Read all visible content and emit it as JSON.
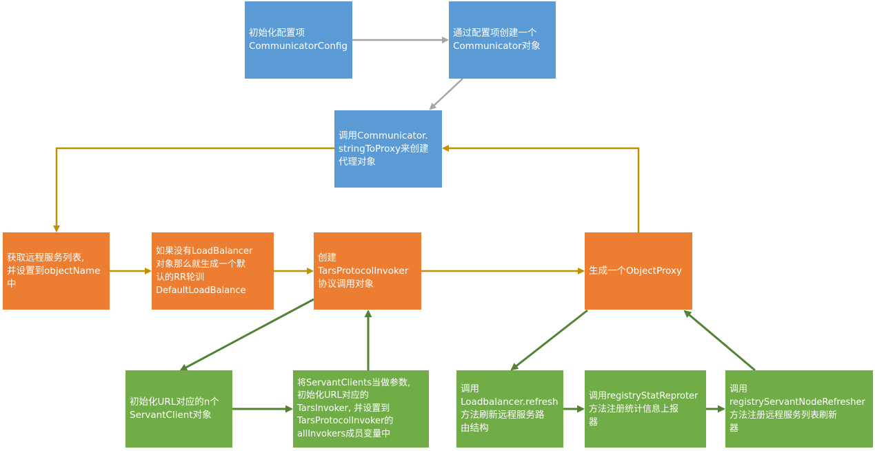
{
  "colors": {
    "blue": "#5b9bd5",
    "orange": "#ed7d31",
    "green": "#70ad47",
    "arrow_gray": "#a5a5a5",
    "arrow_gold": "#bf9000",
    "arrow_green": "#548235"
  },
  "nodes": {
    "init_config": "初始化配置项\nCommunicatorConfig",
    "create_communicator": "通过配置项创建一个\nCommunicator对象",
    "string_to_proxy": "调用Communicator.\nstringToProxy来创建\n代理对象",
    "get_service_list": "获取远程服务列表,\n并设置到objectName\n中",
    "load_balancer": "如果没有LoadBalancer\n对象那么就生成一个默\n认的RR轮训\nDefaultLoadBalance",
    "create_invoker": "创建\nTarsProtocolInvoker\n协议调用对象",
    "object_proxy": "生成一个ObjectProxy",
    "init_servant_clients": "初始化URL对应的n个\nServantClient对象",
    "tars_invoker": "将ServantClients当做参数,\n初始化URL对应的\nTarsInvoker, 并设置到\nTarsProtocolInvoker的\nallInvokers成员变量中",
    "lb_refresh": "调用\nLoadbalancer.refresh\n方法刷新远程服务路\n由结构",
    "stat_reporter": "调用registryStatReproter\n方法注册统计信息上报\n器",
    "node_refresher": "调用\nregistryServantNodeRefresher\n方法注册远程服务列表刷新\n器"
  }
}
